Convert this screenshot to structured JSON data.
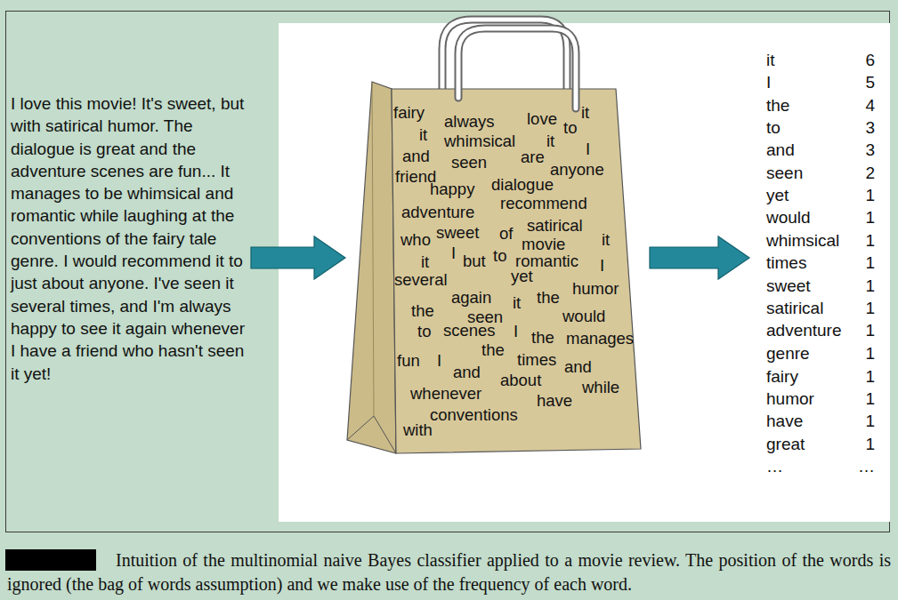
{
  "diagram": {
    "caption": "Intuition of the multinomial naive Bayes classifier applied to a movie review. The position of the words is ignored (the bag of words assumption) and we make use of the frequency of each word.",
    "nodes": [
      {
        "text": [
          "I love this movie! It's sweet, but with satirical humor. The dialogue is great and the adventure scenes are fun... It manages to be whimsical and romantic while laughing at the conventions of the fairy tale genre. I would recommend it to just about anyone. I've seen it several times, and I'm always happy to see it again whenever I have a friend who hasn't seen it yet!"
        ]
      },
      {
        "text": [
          "fairy",
          "always",
          "love",
          "to",
          "it",
          "it",
          "whimsical",
          "it",
          "I",
          "and",
          "are",
          "seen",
          "anyone",
          "friend",
          "happy",
          "dialogue",
          "recommend",
          "adventure",
          "satirical",
          "who",
          "sweet",
          "of",
          "movie",
          "it",
          "it",
          "I",
          "but",
          "to",
          "romantic",
          "I",
          "several",
          "yet",
          "humor",
          "again",
          "it",
          "the",
          "the",
          "seen",
          "would",
          "to",
          "scenes",
          "I",
          "the",
          "manages",
          "the",
          "fun",
          "I",
          "times",
          "and",
          "and",
          "about",
          "while",
          "whenever",
          "have",
          "conventions",
          "with"
        ]
      },
      {
        "text": [
          "it",
          "6",
          "I",
          "5",
          "the",
          "4",
          "to",
          "3",
          "and",
          "3",
          "seen",
          "2",
          "yet",
          "1",
          "would",
          "1",
          "whimsical",
          "1",
          "times",
          "1",
          "sweet",
          "1",
          "satirical",
          "1",
          "adventure",
          "1",
          "genre",
          "1",
          "fairy",
          "1",
          "humor",
          "1",
          "have",
          "1",
          "great",
          "1",
          "…",
          "…"
        ]
      }
    ],
    "edges": [
      {
        "from": 0,
        "to": 1,
        "arrow": "to"
      },
      {
        "from": 1,
        "to": 2,
        "arrow": "to"
      }
    ]
  }
}
